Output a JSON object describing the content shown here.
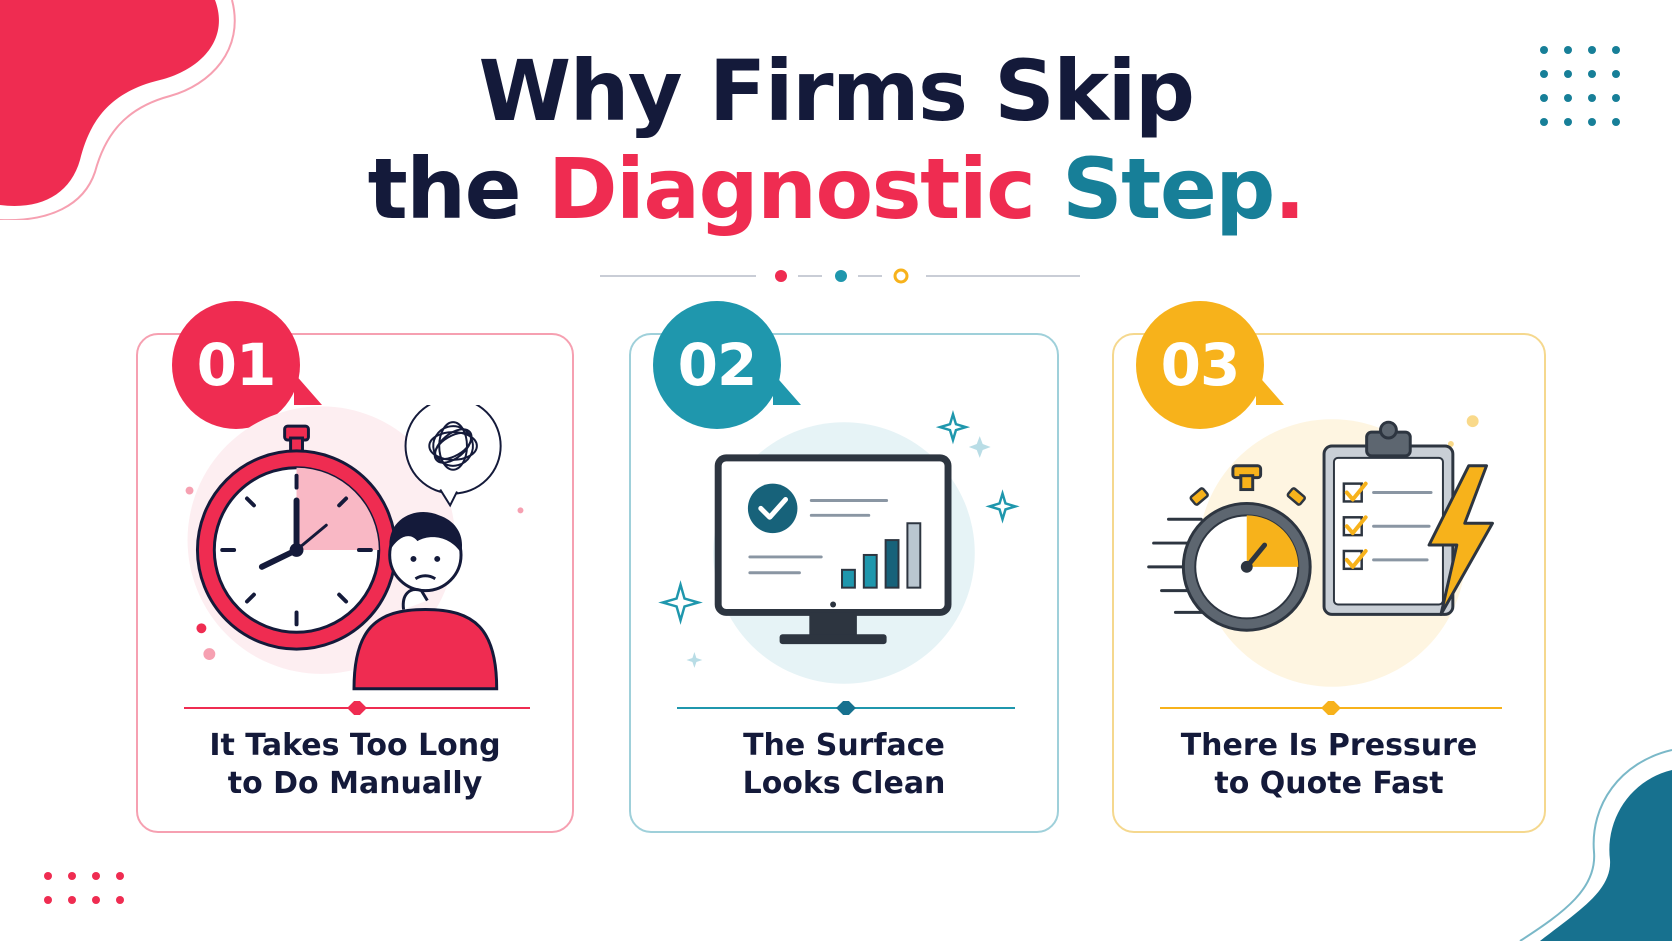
{
  "title": {
    "line1": "Why Firms Skip",
    "line2_start": "the ",
    "line2_accent_red": "Diagnostic",
    "line2_accent_teal": " Step",
    "line2_dot": "."
  },
  "colors": {
    "red": "#ef2c51",
    "teal": "#1f97ad",
    "yellow": "#f7b21b",
    "navy": "#141a3a"
  },
  "cards": [
    {
      "number": "01",
      "label": "It Takes Too Long\nto Do Manually",
      "icon": "stopwatch-confused-person-icon"
    },
    {
      "number": "02",
      "label": "The Surface\nLooks Clean",
      "icon": "monitor-checkmark-chart-icon"
    },
    {
      "number": "03",
      "label": "There Is Pressure\nto Quote Fast",
      "icon": "stopwatch-checklist-lightning-icon"
    }
  ]
}
